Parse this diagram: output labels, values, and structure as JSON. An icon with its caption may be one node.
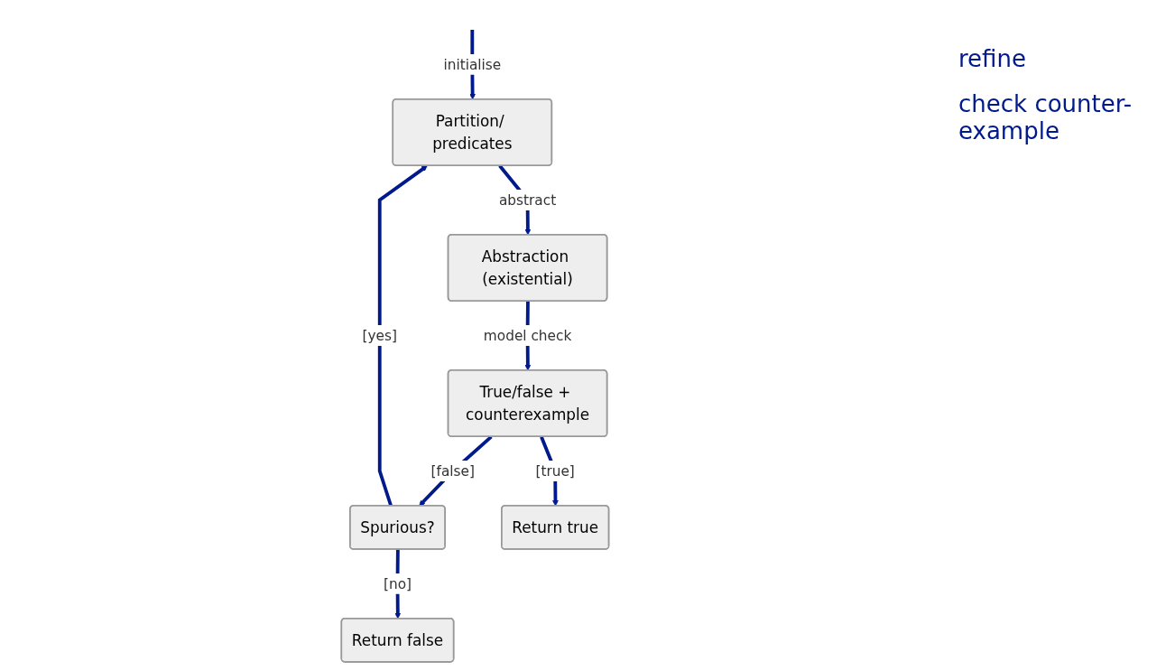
{
  "diagram": {
    "nodes": [
      {
        "text": [
          "Partition/ predicates"
        ]
      },
      {
        "text": [
          "Abstraction (existential)"
        ]
      },
      {
        "text": [
          "True/false + counterexample"
        ]
      },
      {
        "text": [
          "Spurious?"
        ]
      },
      {
        "text": [
          "Return false"
        ]
      },
      {
        "text": [
          "Return true"
        ]
      }
    ],
    "edges": [
      {
        "from": null,
        "to": 0,
        "arrow": "to",
        "label": "initialise"
      },
      {
        "from": 0,
        "to": 1,
        "arrow": "to",
        "label": "abstract"
      },
      {
        "from": 1,
        "to": 2,
        "arrow": "to",
        "label": "model check"
      },
      {
        "from": 2,
        "to": 3,
        "arrow": "to",
        "label": "[false]"
      },
      {
        "from": 3,
        "to": 0,
        "arrow": "to",
        "label": "[yes]"
      },
      {
        "from": 3,
        "to": 4,
        "arrow": "to",
        "label": "[no]"
      },
      {
        "from": 2,
        "to": 5,
        "arrow": "to",
        "label": "[true]"
      }
    ],
    "labels": [
      "refine",
      "check counter- example"
    ]
  }
}
